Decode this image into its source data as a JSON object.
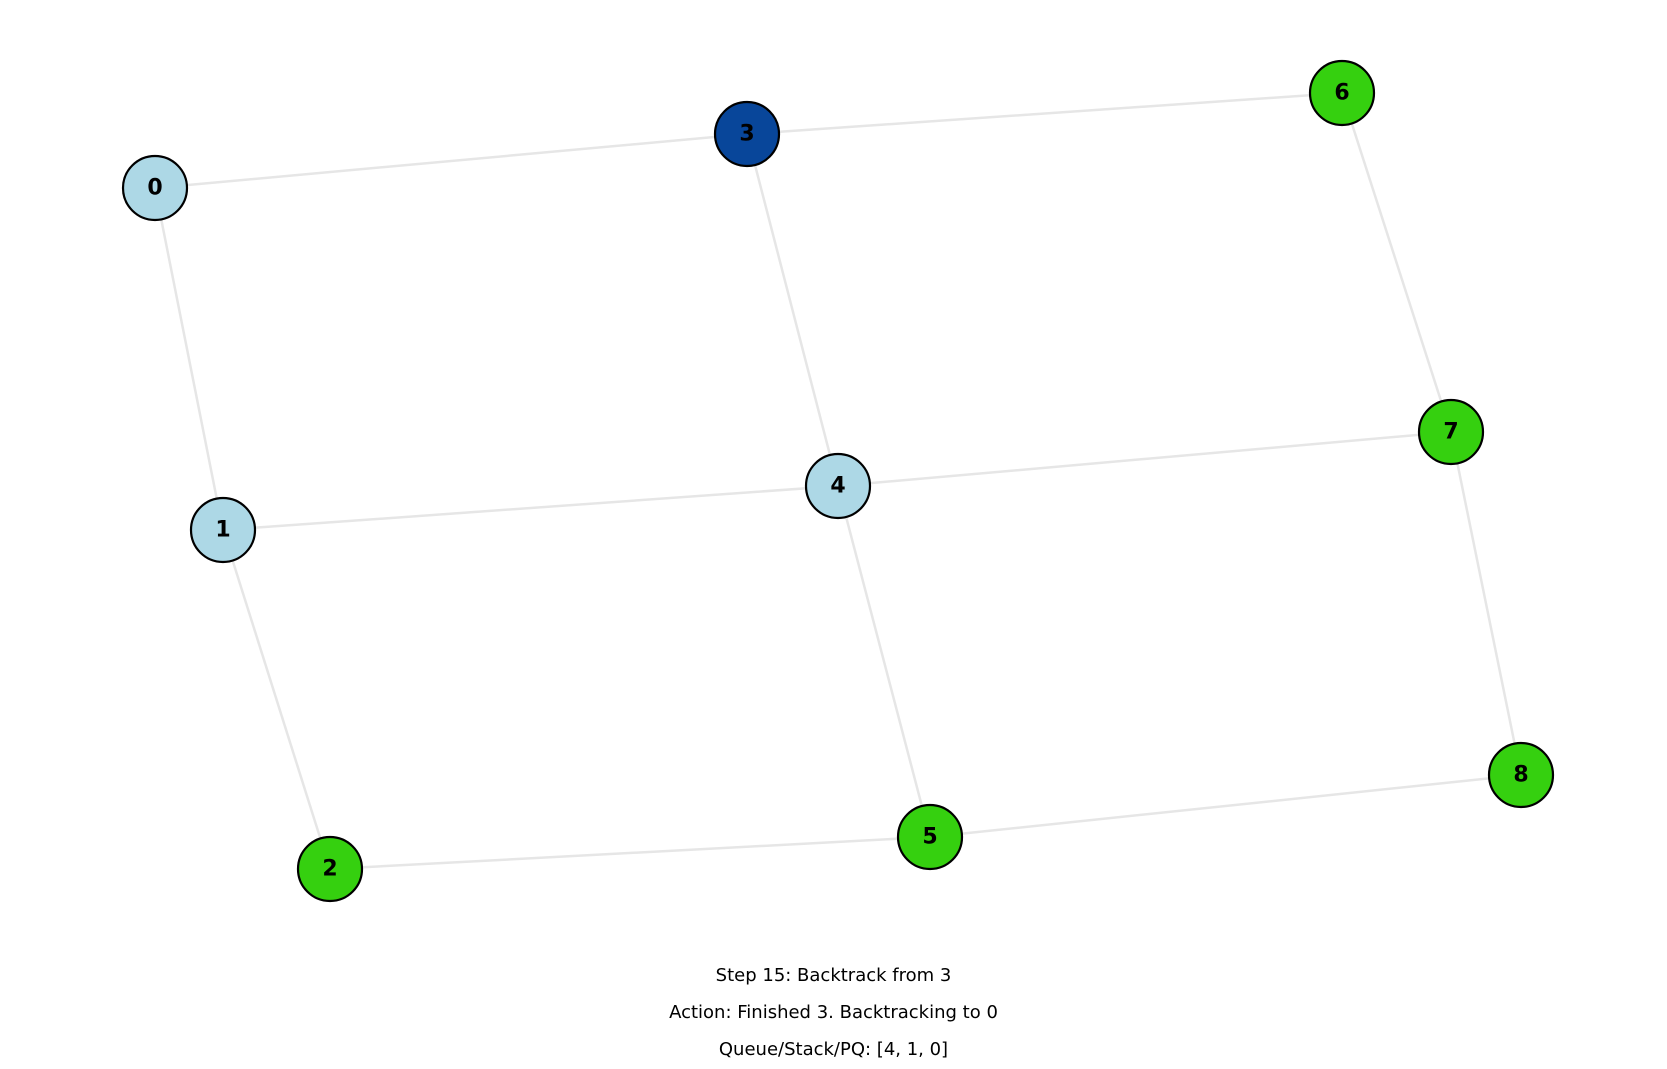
{
  "graph": {
    "colors": {
      "visited": "#add8e6",
      "current": "#08469a",
      "unvisited": "#35d00f",
      "edge": "#e6e6e6",
      "node_border": "#000000"
    },
    "nodes": [
      {
        "id": "0",
        "label": "0",
        "state": "visited"
      },
      {
        "id": "1",
        "label": "1",
        "state": "visited"
      },
      {
        "id": "2",
        "label": "2",
        "state": "unvisited"
      },
      {
        "id": "3",
        "label": "3",
        "state": "current"
      },
      {
        "id": "4",
        "label": "4",
        "state": "visited"
      },
      {
        "id": "5",
        "label": "5",
        "state": "unvisited"
      },
      {
        "id": "6",
        "label": "6",
        "state": "unvisited"
      },
      {
        "id": "7",
        "label": "7",
        "state": "unvisited"
      },
      {
        "id": "8",
        "label": "8",
        "state": "unvisited"
      }
    ],
    "edges": [
      [
        "0",
        "1"
      ],
      [
        "1",
        "2"
      ],
      [
        "0",
        "3"
      ],
      [
        "1",
        "4"
      ],
      [
        "2",
        "5"
      ],
      [
        "3",
        "4"
      ],
      [
        "4",
        "5"
      ],
      [
        "3",
        "6"
      ],
      [
        "4",
        "7"
      ],
      [
        "5",
        "8"
      ],
      [
        "6",
        "7"
      ],
      [
        "7",
        "8"
      ]
    ]
  },
  "status": {
    "step": "Step 15: Backtrack from 3",
    "action": "Action: Finished 3. Backtracking to 0",
    "queue": "Queue/Stack/PQ: [4, 1, 0]"
  }
}
